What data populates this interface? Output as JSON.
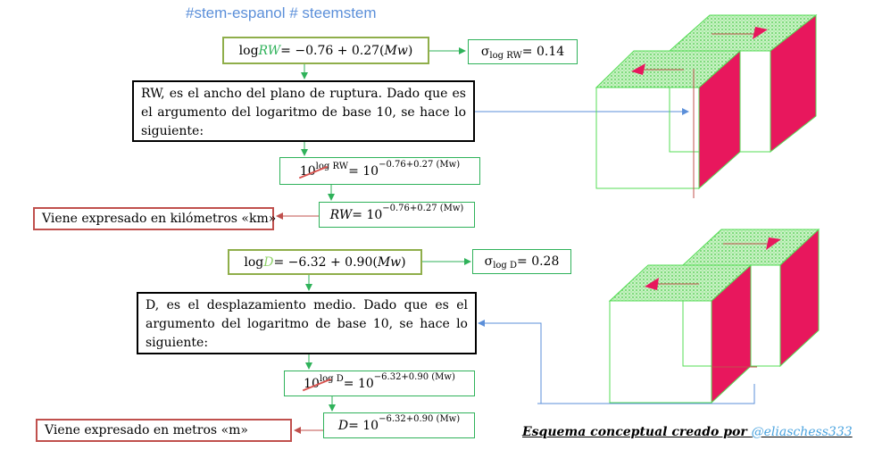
{
  "header": {
    "hashtags": "#stem-espanol  # steemstem"
  },
  "section_rw": {
    "eq_lhs": "log",
    "eq_var": "RW",
    "eq_rhs": " = −0.76 + 0.27(",
    "eq_mw": "Mw",
    "eq_close": ")",
    "sigma_label": "σ",
    "sigma_sub": "log RW",
    "sigma_value": " = 0.14",
    "explanation": "RW, es el ancho del plano de ruptura. Dado que es el argumento del logaritmo de base 10, se hace lo siguiente:",
    "step1_base": "10",
    "step1_exp": "log RW",
    "step1_rhs": " =  10",
    "step1_rhs_exp": "−0.76+0.27 (Mw)",
    "step2_var": "RW",
    "step2_rhs": " = 10",
    "step2_rhs_exp": "−0.76+0.27 (Mw)",
    "unit_note": "Viene expresado en kilómetros «km»"
  },
  "section_d": {
    "eq_lhs": "log ",
    "eq_var": "D",
    "eq_rhs": " = −6.32 + 0.90(",
    "eq_mw": "Mw",
    "eq_close": ")",
    "sigma_label": "σ",
    "sigma_sub": "log D",
    "sigma_value": " = 0.28",
    "explanation": "D, es el desplazamiento medio. Dado que es el argumento del logaritmo de base 10, se hace lo siguiente:",
    "step1_base": "10",
    "step1_exp": "log D",
    "step1_rhs": " =  10",
    "step1_rhs_exp": "−6.32+0.90 (Mw)",
    "step2_var": "D",
    "step2_rhs": " = 10",
    "step2_rhs_exp": "−6.32+0.90 (Mw)",
    "unit_note": "Viene expresado en metros «m»"
  },
  "footer": {
    "credit_text": "Esquema  conceptual creado por ",
    "credit_handle": "@eliaschess333"
  },
  "colors": {
    "connector_green": "#2fb25a",
    "connector_red": "#c0504d",
    "connector_blue": "#5b8fd9",
    "fault_face": "#e8175d",
    "block_edge": "#55dd55"
  }
}
